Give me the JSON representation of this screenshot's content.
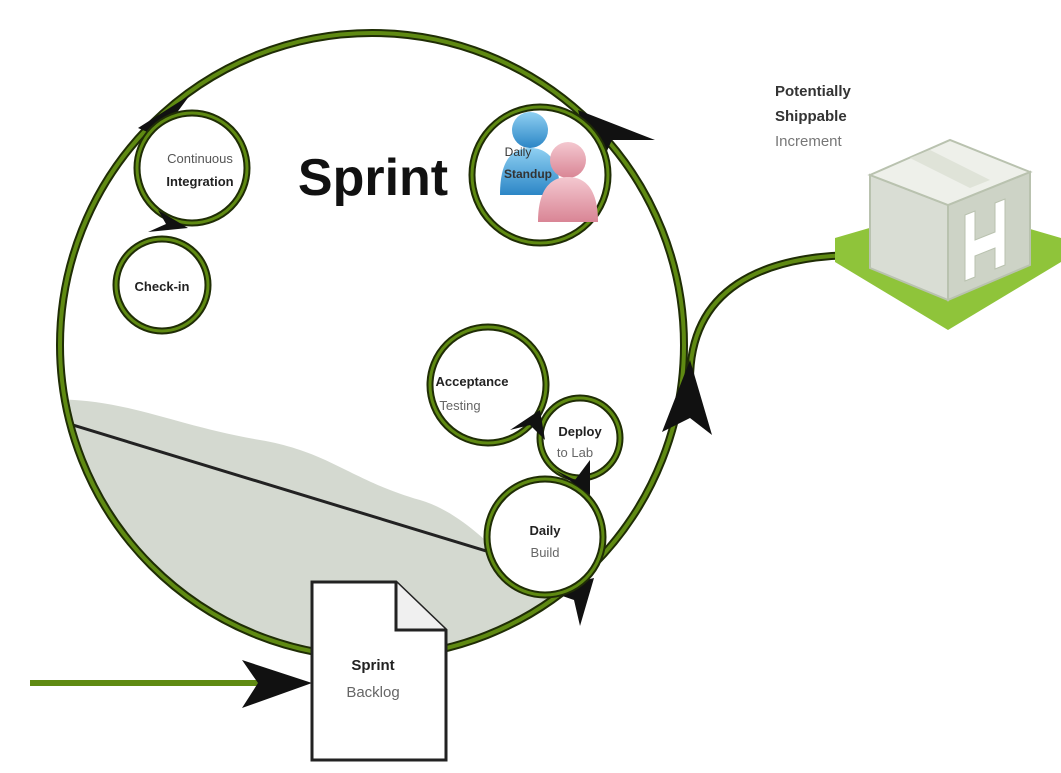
{
  "title": "Sprint",
  "nodes": {
    "continuous_integration": {
      "line1": "Continuous",
      "line2": "Integration"
    },
    "check_in": {
      "line1": "Check-in"
    },
    "daily_standup": {
      "line1": "Daily",
      "line2": "Standup"
    },
    "acceptance_testing": {
      "line1": "Acceptance",
      "line2": "Testing"
    },
    "deploy_to_lab": {
      "line1": "Deploy",
      "line2": "to Lab"
    },
    "daily_build": {
      "line1": "Daily",
      "line2": "Build"
    }
  },
  "backlog": {
    "line1": "Sprint",
    "line2": "Backlog"
  },
  "increment": {
    "line1": "Potentially",
    "line2": "Shippable",
    "line3": "Increment"
  },
  "colors": {
    "accent_green": "#5f8a12",
    "light_green": "#8fc43a",
    "box_face": "#d9ddd4",
    "box_top": "#eef0ea",
    "shade": "#d4d9d0",
    "standup_blue": "#4fa6dc",
    "standup_pink": "#e8a5b2"
  }
}
